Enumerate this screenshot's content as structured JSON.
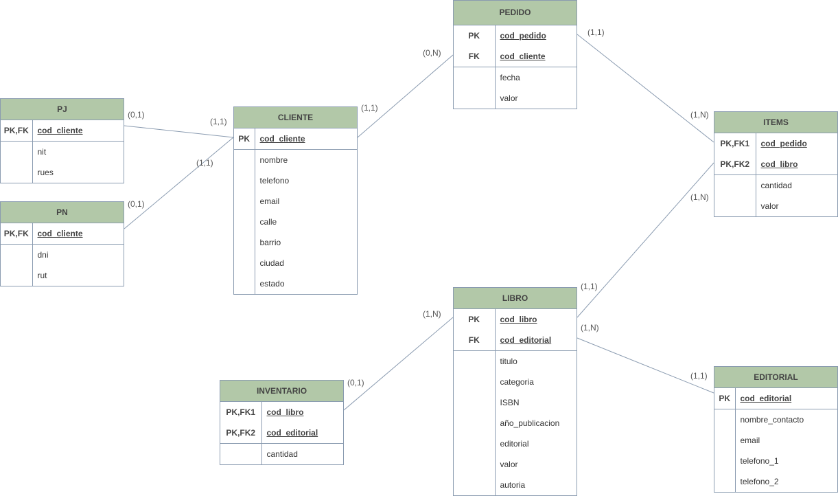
{
  "entities": [
    {
      "name": "PJ",
      "rows": [
        {
          "key": "PK,FK",
          "field": "cod_cliente"
        },
        {
          "key": "",
          "field": "nit"
        },
        {
          "key": "",
          "field": "rues"
        }
      ]
    },
    {
      "name": "PN",
      "rows": [
        {
          "key": "PK,FK",
          "field": "cod_cliente"
        },
        {
          "key": "",
          "field": "dni"
        },
        {
          "key": "",
          "field": "rut"
        }
      ]
    },
    {
      "name": "CLIENTE",
      "rows": [
        {
          "key": "PK",
          "field": "cod_cliente"
        },
        {
          "key": "",
          "field": "nombre"
        },
        {
          "key": "",
          "field": "telefono"
        },
        {
          "key": "",
          "field": "email"
        },
        {
          "key": "",
          "field": "calle"
        },
        {
          "key": "",
          "field": "barrio"
        },
        {
          "key": "",
          "field": "ciudad"
        },
        {
          "key": "",
          "field": "estado"
        }
      ]
    },
    {
      "name": "PEDIDO",
      "rows": [
        {
          "key": "PK",
          "field": "cod_pedido"
        },
        {
          "key": "FK",
          "field": "cod_cliente"
        },
        {
          "key": "",
          "field": "fecha"
        },
        {
          "key": "",
          "field": "valor"
        }
      ]
    },
    {
      "name": "ITEMS",
      "rows": [
        {
          "key": "PK,FK1",
          "field": "cod_pedido"
        },
        {
          "key": "PK,FK2",
          "field": "cod_libro"
        },
        {
          "key": "",
          "field": "cantidad"
        },
        {
          "key": "",
          "field": "valor"
        }
      ]
    },
    {
      "name": "LIBRO",
      "rows": [
        {
          "key": "PK",
          "field": "cod_libro"
        },
        {
          "key": "FK",
          "field": "cod_editorial"
        },
        {
          "key": "",
          "field": "titulo"
        },
        {
          "key": "",
          "field": "categoria"
        },
        {
          "key": "",
          "field": "ISBN"
        },
        {
          "key": "",
          "field": "año_publicacion"
        },
        {
          "key": "",
          "field": "editorial"
        },
        {
          "key": "",
          "field": "valor"
        },
        {
          "key": "",
          "field": "autoria"
        }
      ]
    },
    {
      "name": "INVENTARIO",
      "rows": [
        {
          "key": "PK,FK1",
          "field": "cod_libro"
        },
        {
          "key": "PK,FK2",
          "field": "cod_editorial"
        },
        {
          "key": "",
          "field": "cantidad"
        }
      ]
    },
    {
      "name": "EDITORIAL",
      "rows": [
        {
          "key": "PK",
          "field": "cod_editorial"
        },
        {
          "key": "",
          "field": "nombre_contacto"
        },
        {
          "key": "",
          "field": "email"
        },
        {
          "key": "",
          "field": "telefono_1"
        },
        {
          "key": "",
          "field": "telefono_2"
        }
      ]
    }
  ],
  "relationships": [
    {
      "from": "PJ",
      "to": "CLIENTE",
      "from_card": "(0,1)",
      "to_card": "(1,1)"
    },
    {
      "from": "PN",
      "to": "CLIENTE",
      "from_card": "(0,1)",
      "to_card": "(1,1)"
    },
    {
      "from": "CLIENTE",
      "to": "PEDIDO",
      "from_card": "(1,1)",
      "to_card": "(0,N)"
    },
    {
      "from": "PEDIDO",
      "to": "ITEMS",
      "from_card": "(1,1)",
      "to_card": "(1,N)"
    },
    {
      "from": "LIBRO",
      "to": "ITEMS",
      "from_card": "(1,1)",
      "to_card": "(1,N)"
    },
    {
      "from": "INVENTARIO",
      "to": "LIBRO",
      "from_card": "(0,1)",
      "to_card": "(1,N)"
    },
    {
      "from": "LIBRO",
      "to": "EDITORIAL",
      "from_card": "(1,N)",
      "to_card": "(1,1)"
    }
  ],
  "colors": {
    "header_fill": "#b2c8a8",
    "line": "#8a9bb0",
    "text": "#333333"
  }
}
